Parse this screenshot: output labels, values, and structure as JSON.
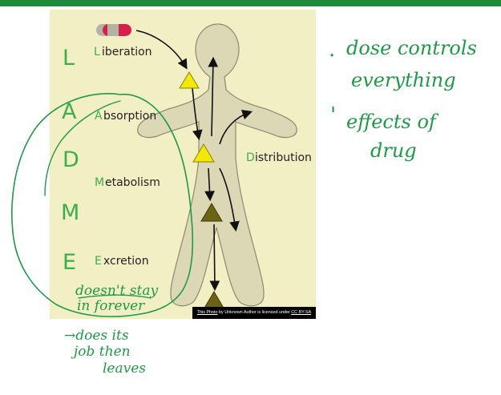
{
  "colors": {
    "bar": "#1d8a3c",
    "panel_bg": "#f3efc4",
    "body_fill": "#dcd8b6",
    "body_stroke": "#8a8a70",
    "adme_letter": "#3cae4a",
    "pill_gray": "#b3b3a5",
    "pill_red": "#d61f4a",
    "tri_yellow": "#f2e90a",
    "tri_dark": "#6b6414",
    "ink": "#1f9a48"
  },
  "diagram": {
    "stages": [
      {
        "letter": "L",
        "first": "L",
        "rest": "iberation"
      },
      {
        "letter": "A",
        "first": "A",
        "rest": "bsorption"
      },
      {
        "letter": "D",
        "first": "",
        "rest": ""
      },
      {
        "letter": "M",
        "first": "M",
        "rest": "etabolism"
      },
      {
        "letter": "M",
        "first": "",
        "rest": ""
      },
      {
        "letter": "E",
        "first": "E",
        "rest": "xcretion"
      }
    ],
    "distribution": {
      "first": "D",
      "rest": "istribution"
    },
    "attribution": {
      "link": "This Photo",
      "mid": " by Unknown Author is licensed under ",
      "license": "CC BY-SA"
    }
  },
  "notes": {
    "right": [
      {
        "bullet": ".",
        "text": "dose controls"
      },
      {
        "bullet": "",
        "text": "everything"
      },
      {
        "bullet": "'",
        "text": "effects of"
      },
      {
        "bullet": "",
        "text": "drug"
      }
    ],
    "circle_note": [
      "doesn't stay",
      "in forever"
    ],
    "below": [
      "→does its",
      "job then",
      "leaves"
    ]
  }
}
